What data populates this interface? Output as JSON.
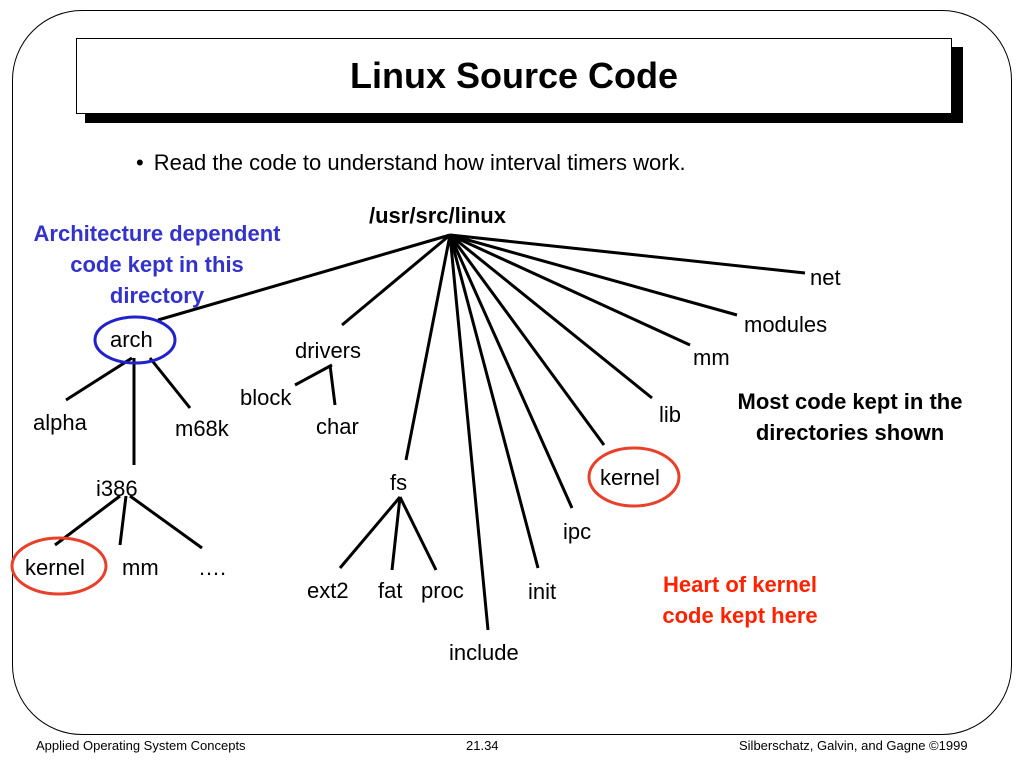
{
  "slide": {
    "title": "Linux Source Code",
    "bullet": "Read the code to understand how interval timers work."
  },
  "tree": {
    "root": "/usr/src/linux",
    "nodes": {
      "arch": "arch",
      "alpha": "alpha",
      "m68k": "m68k",
      "i386": "i386",
      "i386_kernel": "kernel",
      "i386_mm": "mm",
      "i386_more": "….",
      "drivers": "drivers",
      "block": "block",
      "char": "char",
      "fs": "fs",
      "ext2": "ext2",
      "fat": "fat",
      "proc": "proc",
      "include": "include",
      "init": "init",
      "ipc": "ipc",
      "kernel": "kernel",
      "lib": "lib",
      "mm": "mm",
      "modules": "modules",
      "net": "net"
    }
  },
  "annotations": {
    "arch_note": [
      "Architecture dependent",
      "code kept in this",
      "directory"
    ],
    "most_code_note": [
      "Most code kept in the",
      "directories shown"
    ],
    "heart_note": [
      "Heart of kernel",
      "code kept here"
    ]
  },
  "colors": {
    "arch_note": "#3333cc",
    "arch_circle": "#2222cc",
    "heart_note": "#ff2200",
    "kernel_circle": "#e8402a"
  },
  "footer": {
    "left": "Applied Operating System Concepts",
    "center": "21.34",
    "right": "Silberschatz, Galvin, and Gagne ©1999"
  }
}
